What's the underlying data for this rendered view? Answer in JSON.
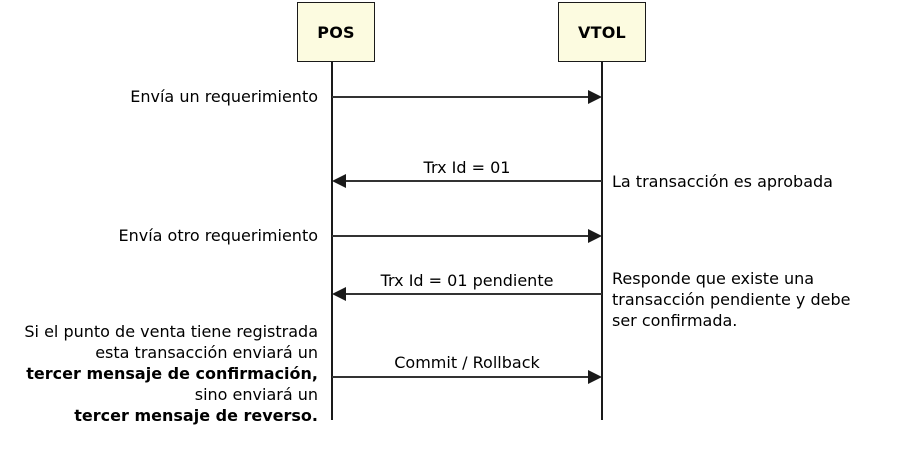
{
  "diagram": {
    "type": "sequence-diagram",
    "participants": [
      {
        "id": "pos",
        "label": "POS"
      },
      {
        "id": "vtol",
        "label": "VTOL"
      }
    ],
    "messages": [
      {
        "id": "m1",
        "label": "",
        "left_note": "Envía un requerimiento",
        "right_note": "",
        "direction": "right"
      },
      {
        "id": "m2",
        "label": "Trx Id = 01",
        "left_note": "",
        "right_note": "La transacción es aprobada",
        "direction": "left"
      },
      {
        "id": "m3",
        "label": "",
        "left_note": "Envía otro requerimiento",
        "right_note": "",
        "direction": "right"
      },
      {
        "id": "m4",
        "label": "Trx Id = 01 pendiente",
        "left_note": "",
        "right_note": "",
        "direction": "left"
      },
      {
        "id": "m5",
        "label": "Commit / Rollback",
        "left_note": "",
        "right_note": "",
        "direction": "right"
      }
    ],
    "notes": {
      "approved": "La transacción es aprobada",
      "pending": [
        "Responde que existe una",
        "transacción pendiente y debe",
        " ser confirmada."
      ],
      "commit_explanation": [
        {
          "text": "Si el punto de venta tiene registrada",
          "bold": false
        },
        {
          "text": "esta transacción enviará un",
          "bold": false
        },
        {
          "text": "tercer mensaje de confirmación,",
          "bold": true
        },
        {
          "text": "sino enviará un",
          "bold": false
        },
        {
          "text": "tercer mensaje de reverso.",
          "bold": true
        }
      ]
    },
    "colors": {
      "participant_fill": "#FCFBE0",
      "line": "#1a1a1a",
      "text": "#000000",
      "background": "#ffffff"
    }
  }
}
